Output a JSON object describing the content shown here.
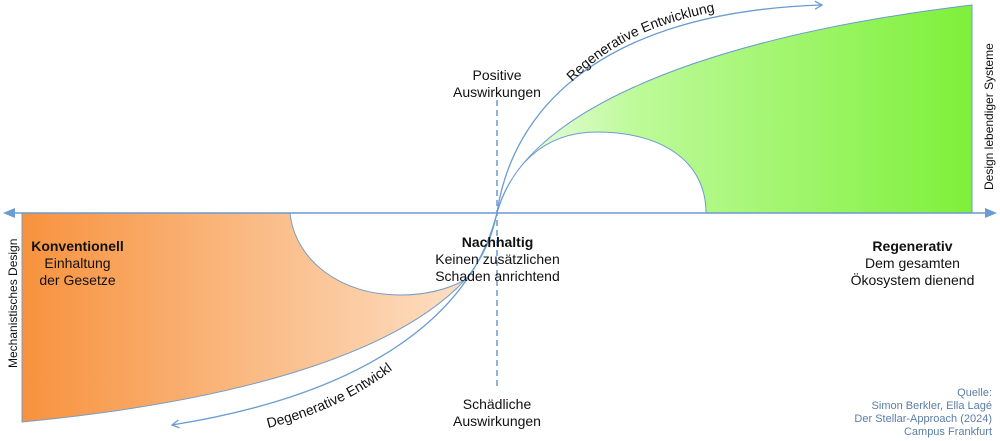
{
  "labels": {
    "positive": [
      "Positive",
      "Auswirkungen"
    ],
    "negative": [
      "Schädliche",
      "Auswirkungen"
    ],
    "conventional": {
      "title": "Konventionell",
      "lines": [
        "Einhaltung",
        "der Gesetze"
      ]
    },
    "sustainable": {
      "title": "Nachhaltig",
      "lines": [
        "Keinen zusätzlichen",
        "Schaden anrichtend"
      ]
    },
    "regenerative": {
      "title": "Regenerativ",
      "lines": [
        "Dem gesamten",
        "Ökosystem dienend"
      ]
    },
    "left_axis": "Mechanistisches Design",
    "right_axis": "Design lebendiger Systeme",
    "regen_arrow": "Regenerative Entwicklung",
    "degen_arrow": "Degenerative Entwicklung"
  },
  "source": [
    "Quelle:",
    "Simon Berkler, Ella Lagé",
    "Der Stellar-Approach (2024)",
    "Campus Frankfurt"
  ],
  "colors": {
    "axis": "#6a9bd1",
    "green_start": "#e6fbd9",
    "green_end": "#7ef03a",
    "orange_start": "#f7923e",
    "orange_end": "#fde0c6"
  }
}
